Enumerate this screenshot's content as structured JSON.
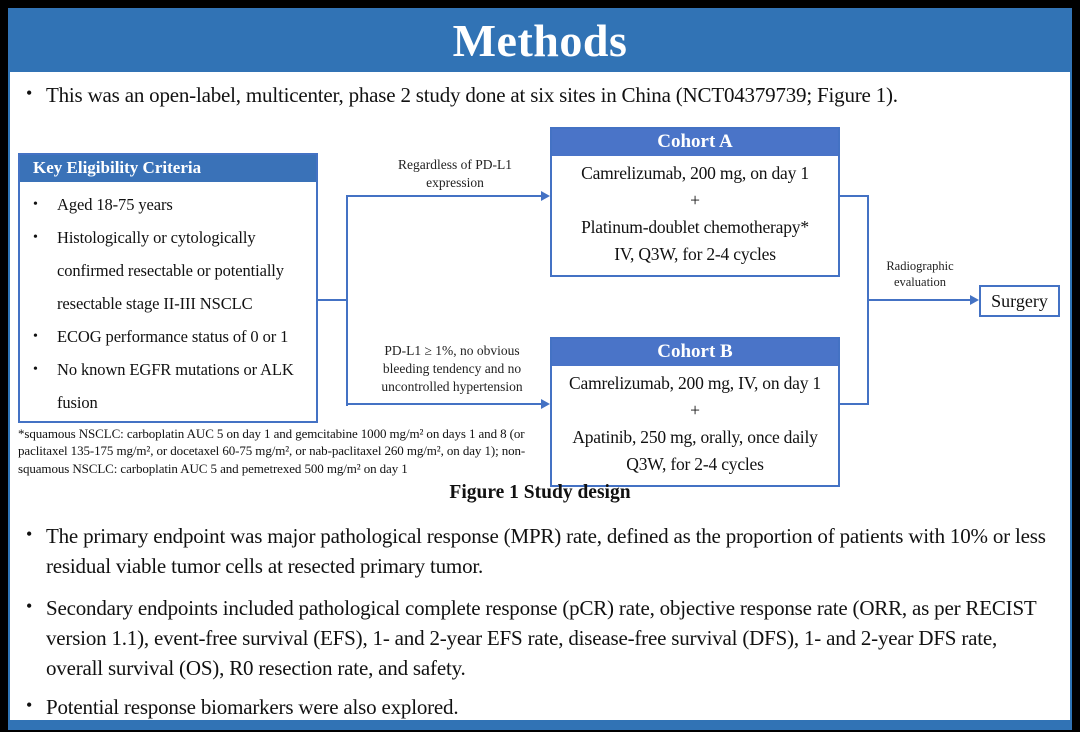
{
  "colors": {
    "titlebar": "#3173b5",
    "panelheader": "#3a72b8",
    "cohortheader": "#4a74c8",
    "line": "#4472c4",
    "border": "#2e75b6"
  },
  "title": "Methods",
  "intro_bullet": "This was an open-label, multicenter, phase 2 study done at six sites in China (NCT04379739; Figure 1).",
  "diagram": {
    "eligibility": {
      "header": "Key Eligibility Criteria",
      "items": [
        "Aged 18-75 years",
        "Histologically or cytologically confirmed resectable or potentially resectable stage II-III NSCLC",
        "ECOG performance status of 0 or 1",
        "No known EGFR mutations or ALK fusion"
      ]
    },
    "branch_labels": {
      "top": "Regardless of PD-L1 expression",
      "bottom": "PD-L1 ≥ 1%, no obvious bleeding tendency and no uncontrolled hypertension"
    },
    "cohort_a": {
      "header": "Cohort A",
      "lines": [
        "Camrelizumab, 200 mg, on day 1",
        "+",
        "Platinum-doublet chemotherapy*",
        "IV, Q3W, for 2-4 cycles"
      ]
    },
    "cohort_b": {
      "header": "Cohort B",
      "lines": [
        "Camrelizumab, 200 mg, IV, on day 1",
        "+",
        "Apatinib, 250 mg, orally, once daily",
        "Q3W, for 2-4 cycles"
      ]
    },
    "evaluation_label": "Radiographic evaluation",
    "surgery_label": "Surgery",
    "footnote": "*squamous NSCLC: carboplatin AUC 5 on day 1 and gemcitabine 1000 mg/m² on days 1 and 8 (or paclitaxel 135-175 mg/m², or docetaxel 60-75 mg/m², or nab-paclitaxel 260 mg/m², on day 1); non-squamous NSCLC: carboplatin AUC 5 and pemetrexed 500 mg/m² on day 1",
    "caption": "Figure 1 Study design"
  },
  "bullets": [
    "The primary endpoint was major pathological response (MPR) rate, defined as the proportion of patients with 10% or less residual viable tumor cells at resected primary tumor.",
    "Secondary endpoints included pathological complete response (pCR) rate, objective response rate (ORR, as per RECIST version 1.1), event-free survival (EFS), 1- and 2-year EFS rate, disease-free survival (DFS), 1- and 2-year DFS rate, overall survival (OS), R0 resection rate, and safety.",
    "Potential response biomarkers were also explored."
  ]
}
